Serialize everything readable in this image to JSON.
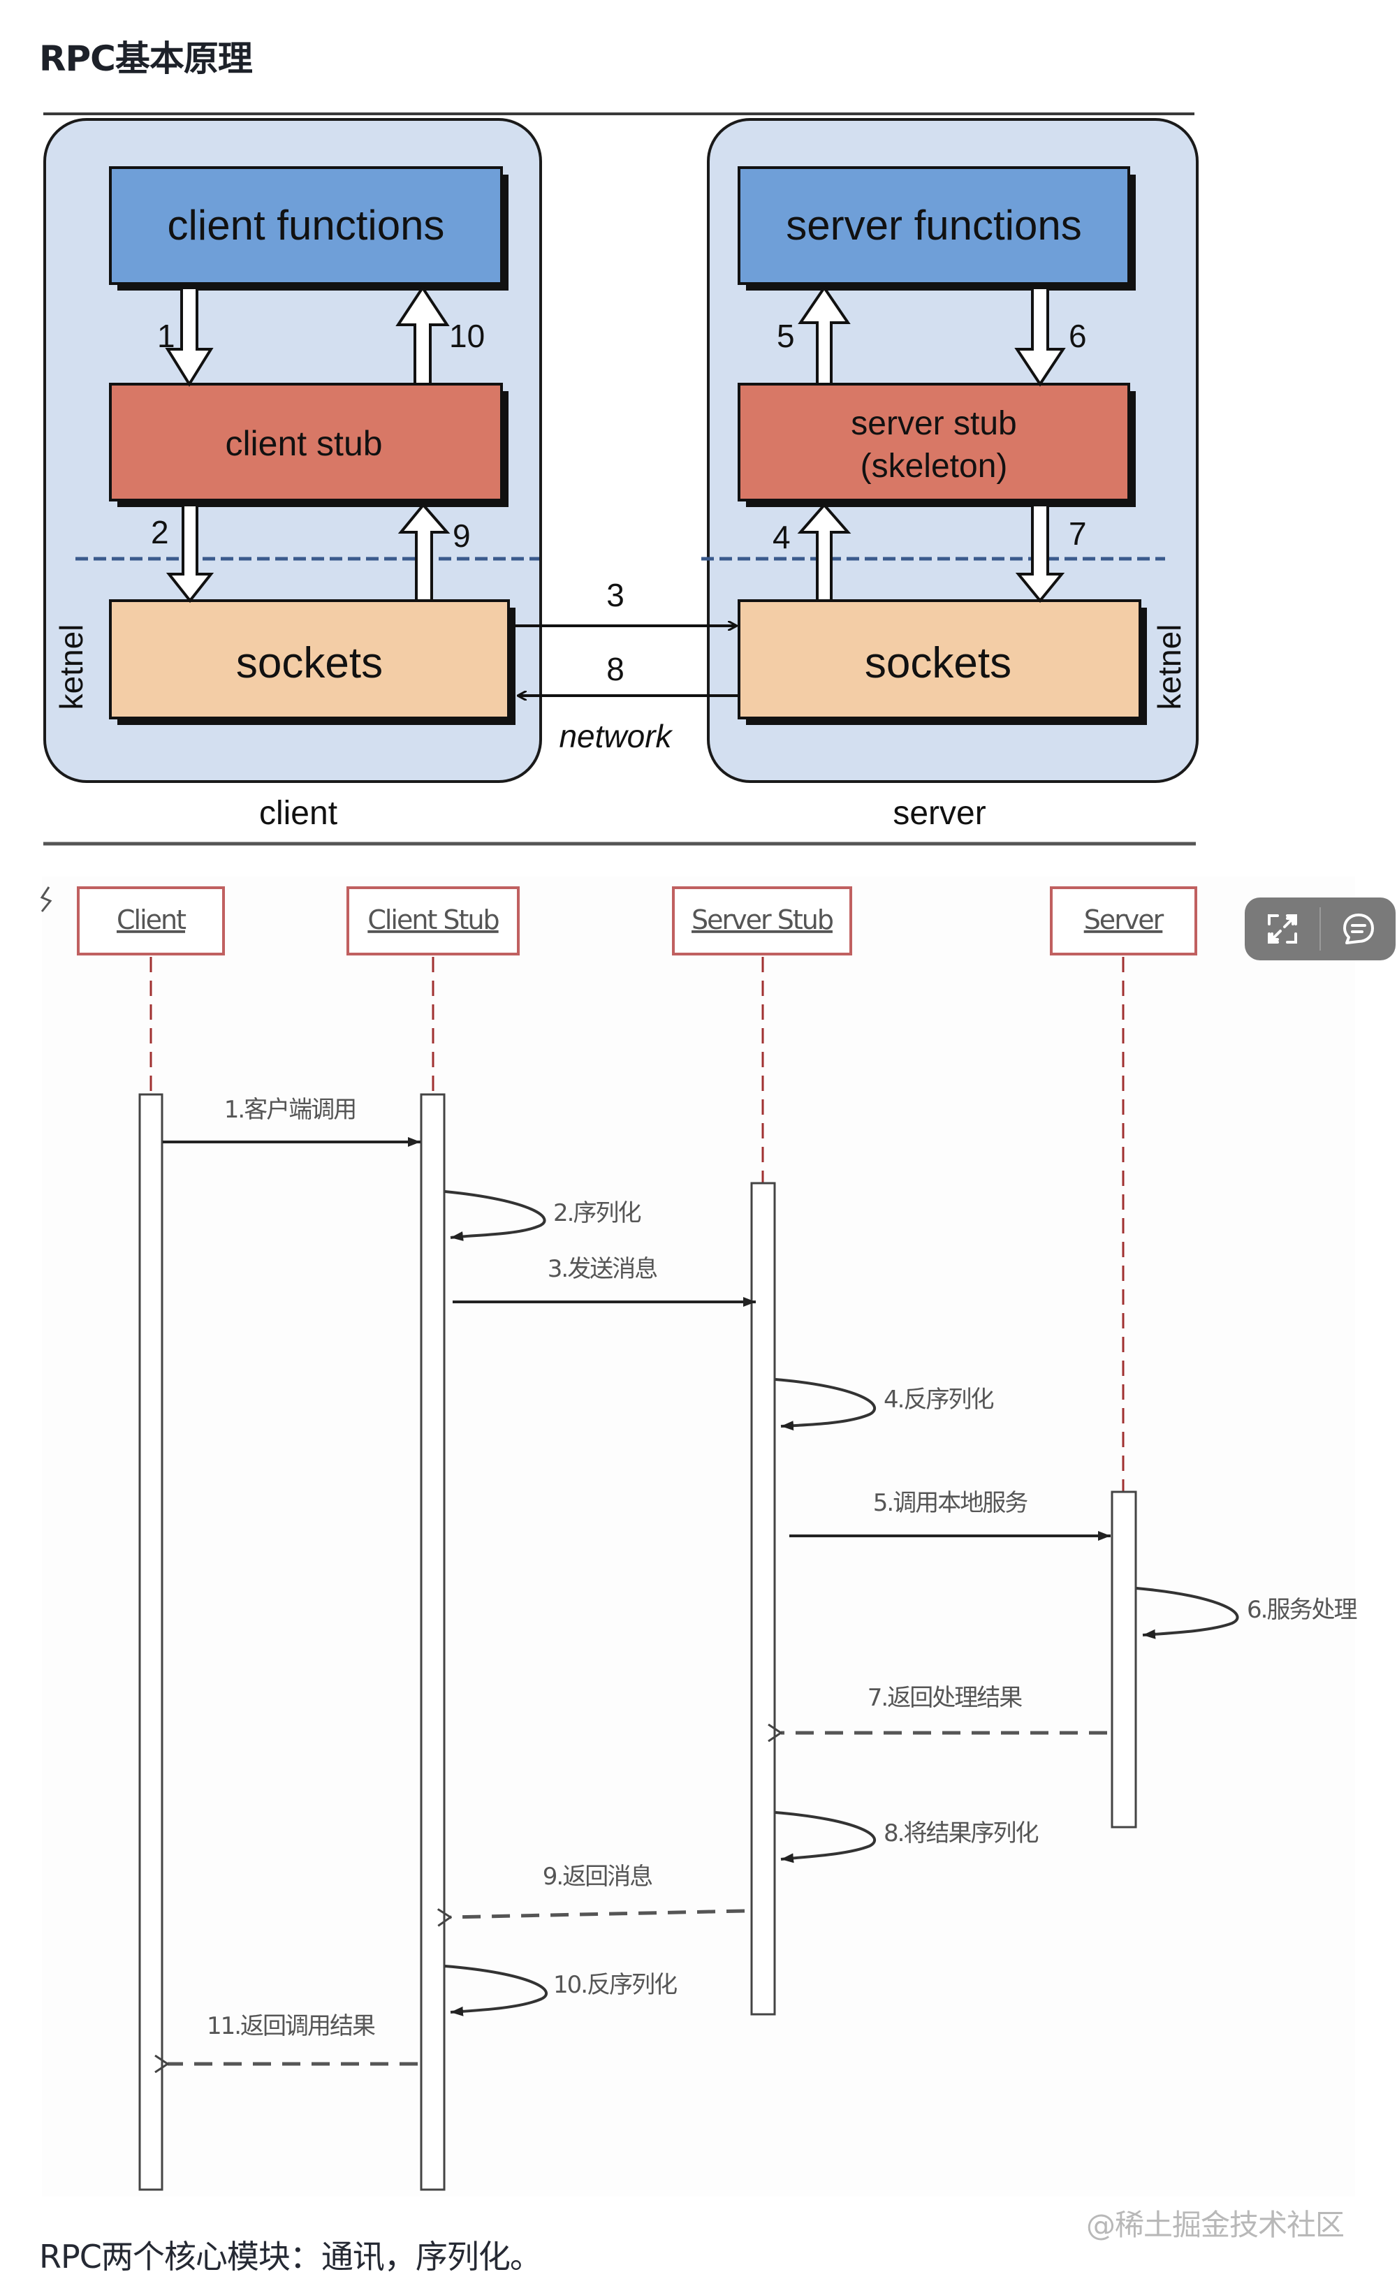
{
  "page": {
    "title": "RPC基本原理",
    "caption": "RPC两个核心模块：通讯，序列化。",
    "watermark": "@稀土掘金技术社区"
  },
  "architecture_diagram": {
    "colors": {
      "container_fill": "#d3dff0",
      "functions_fill": "#6f9fd8",
      "stub_fill": "#d87866",
      "sockets_fill": "#f3cda6",
      "kernel_divider": "#3a5a8c"
    },
    "client": {
      "side_label": "client",
      "kernel_label": "ketnel",
      "functions": "client functions",
      "stub": "client stub",
      "sockets": "sockets",
      "arrows": {
        "down_1": "1",
        "up_10": "10",
        "down_2": "2",
        "up_9": "9"
      }
    },
    "server": {
      "side_label": "server",
      "kernel_label": "ketnel",
      "functions": "server functions",
      "stub_line1": "server stub",
      "stub_line2": "(skeleton)",
      "sockets": "sockets",
      "arrows": {
        "up_5": "5",
        "down_6": "6",
        "up_4": "4",
        "down_7": "7"
      }
    },
    "network": {
      "label": "network",
      "send_step": "3",
      "return_step": "8"
    }
  },
  "sequence_diagram": {
    "colors": {
      "header_border": "#c06060",
      "lifeline": "#a03030",
      "line": "#333333"
    },
    "participants": [
      "Client",
      "Client Stub",
      "Server Stub",
      "Server"
    ],
    "messages": [
      {
        "step": "1.客户端调用",
        "from": "Client",
        "to": "Client Stub",
        "kind": "sync"
      },
      {
        "step": "2.序列化",
        "from": "Client Stub",
        "to": "Client Stub",
        "kind": "self"
      },
      {
        "step": "3.发送消息",
        "from": "Client Stub",
        "to": "Server Stub",
        "kind": "sync"
      },
      {
        "step": "4.反序列化",
        "from": "Server Stub",
        "to": "Server Stub",
        "kind": "self"
      },
      {
        "step": "5.调用本地服务",
        "from": "Server Stub",
        "to": "Server",
        "kind": "sync"
      },
      {
        "step": "6.服务处理",
        "from": "Server",
        "to": "Server",
        "kind": "self"
      },
      {
        "step": "7.返回处理结果",
        "from": "Server",
        "to": "Server Stub",
        "kind": "return"
      },
      {
        "step": "8.将结果序列化",
        "from": "Server Stub",
        "to": "Server Stub",
        "kind": "self"
      },
      {
        "step": "9.返回消息",
        "from": "Server Stub",
        "to": "Client Stub",
        "kind": "return"
      },
      {
        "step": "10.反序列化",
        "from": "Client Stub",
        "to": "Client Stub",
        "kind": "self"
      },
      {
        "step": "11.返回调用结果",
        "from": "Client Stub",
        "to": "Client",
        "kind": "return"
      }
    ]
  },
  "image_toolbar": {
    "buttons": [
      {
        "icon": "expand-icon",
        "label": "expand"
      },
      {
        "icon": "comment-icon",
        "label": "comment"
      }
    ]
  }
}
